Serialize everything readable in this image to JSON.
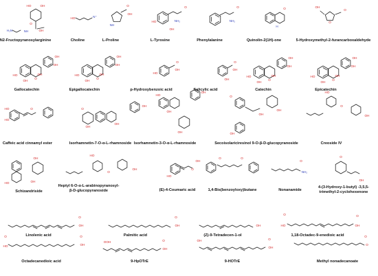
{
  "compounds": [
    {
      "name": "N2-Fructopyranosylarginine"
    },
    {
      "name": "Choline"
    },
    {
      "name": "L-Proline"
    },
    {
      "name": "L-Tyrosine"
    },
    {
      "name": "Phenylalanine"
    },
    {
      "name": "Quinolin-2(1H)-one"
    },
    {
      "name": "5-Hydroxymethyl-2-furancarboxaldehyde"
    },
    {
      "name": "Gallocatechin"
    },
    {
      "name": "Epigallocatechin"
    },
    {
      "name": "p-Hydroxybenzoic acid"
    },
    {
      "name": "Salicylic acid"
    },
    {
      "name": "Catechin"
    },
    {
      "name": "Epicatechin"
    },
    {
      "name": "Caffeic acid cinnamyl ester"
    },
    {
      "name": "Isorhamnetin-7-O-α-L-rhamnoside"
    },
    {
      "name": "Isorhamnetin-3-O-α-L-rhamnoside"
    },
    {
      "name": "Secoisolariciresinol 9-O-β-D-glucopyranoside"
    },
    {
      "name": "Creoside IV"
    },
    {
      "name": "Schizandriside"
    },
    {
      "name": [
        "Heptyl 6-O-α-L-arabinopyranosyl-",
        "β-D-glucopyranoside"
      ]
    },
    {
      "name": "(E)-4-Coumaric acid"
    },
    {
      "name": "1,4-Bis(benzoyloxy)butane"
    },
    {
      "name": "Nonanamide"
    },
    {
      "name": [
        "4-(3-Hydroxy-1-butyl) -3,5,5-",
        "trimethyl-2-cyclohexenone"
      ]
    },
    {
      "name": "Linolenic acid"
    },
    {
      "name": "Palmitic acid"
    },
    {
      "name": "(Z)-9-Tetradecen-1-ol"
    },
    {
      "name": "1,18-Octadec-9-enedioic acid"
    },
    {
      "name": "Octadecanedioic acid"
    },
    {
      "name": "9-HpOTrE"
    },
    {
      "name": "9-HOTrE"
    },
    {
      "name": "Methyl nonadecanoate"
    }
  ],
  "atoms": {
    "OH": "OH",
    "HO": "HO",
    "O": "O",
    "NH": "NH",
    "NH2": "NH₂",
    "H2N": "H₂N",
    "N": "N",
    "Nplus": "N⁺",
    "OOH": "OOH",
    "H": "H"
  }
}
